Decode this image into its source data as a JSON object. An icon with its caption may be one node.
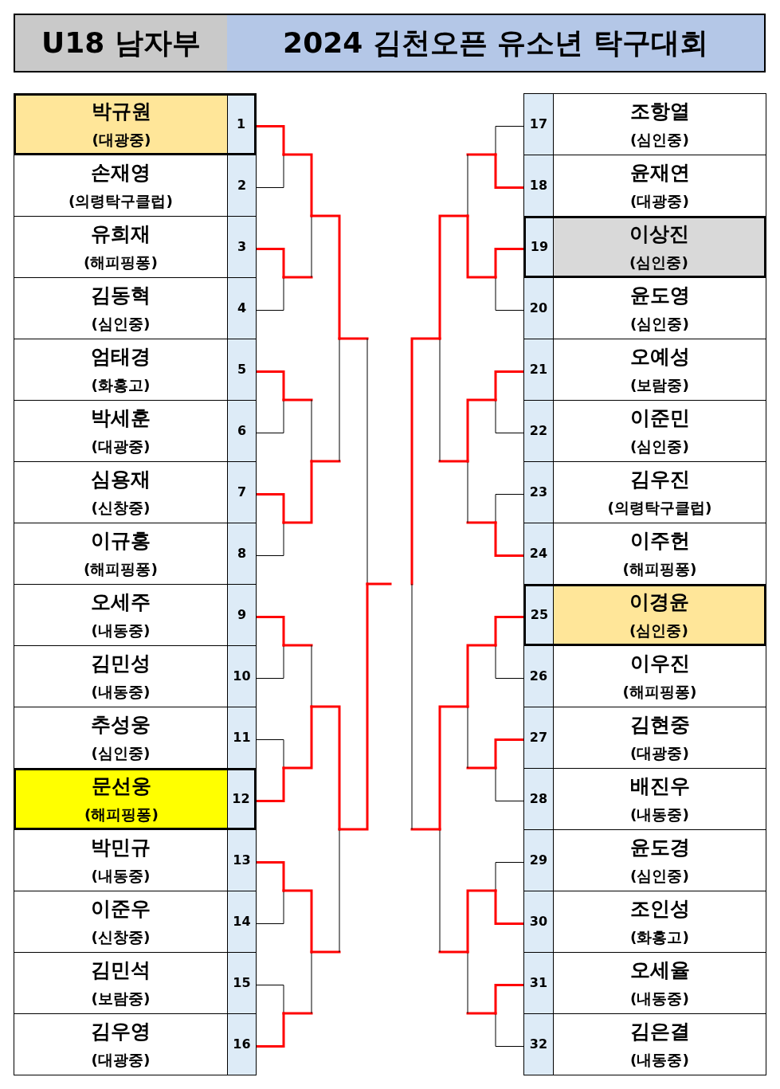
{
  "diagram": {
    "title": "2024 김천오픈 유소년 탁구대회",
    "labels": [
      "U18 남자부"
    ],
    "nodes": [
      {
        "text": [
          "박규원",
          "(대광중)"
        ],
        "beside": [
          "1"
        ]
      },
      {
        "text": [
          "손재영",
          "(의령탁구클럽)"
        ],
        "beside": [
          "2"
        ]
      },
      {
        "text": [
          "유희재",
          "(해피핑퐁)"
        ],
        "beside": [
          "3"
        ]
      },
      {
        "text": [
          "김동혁",
          "(심인중)"
        ],
        "beside": [
          "4"
        ]
      },
      {
        "text": [
          "엄태경",
          "(화홍고)"
        ],
        "beside": [
          "5"
        ]
      },
      {
        "text": [
          "박세훈",
          "(대광중)"
        ],
        "beside": [
          "6"
        ]
      },
      {
        "text": [
          "심용재",
          "(신창중)"
        ],
        "beside": [
          "7"
        ]
      },
      {
        "text": [
          "이규홍",
          "(해피핑퐁)"
        ],
        "beside": [
          "8"
        ]
      },
      {
        "text": [
          "오세주",
          "(내동중)"
        ],
        "beside": [
          "9"
        ]
      },
      {
        "text": [
          "김민성",
          "(내동중)"
        ],
        "beside": [
          "10"
        ]
      },
      {
        "text": [
          "추성웅",
          "(심인중)"
        ],
        "beside": [
          "11"
        ]
      },
      {
        "text": [
          "문선웅",
          "(해피핑퐁)"
        ],
        "beside": [
          "12"
        ]
      },
      {
        "text": [
          "박민규",
          "(내동중)"
        ],
        "beside": [
          "13"
        ]
      },
      {
        "text": [
          "이준우",
          "(신창중)"
        ],
        "beside": [
          "14"
        ]
      },
      {
        "text": [
          "김민석",
          "(보람중)"
        ],
        "beside": [
          "15"
        ]
      },
      {
        "text": [
          "김우영",
          "(대광중)"
        ],
        "beside": [
          "16"
        ]
      },
      {
        "text": [
          "조항열",
          "(심인중)"
        ],
        "beside": [
          "17"
        ]
      },
      {
        "text": [
          "윤재연",
          "(대광중)"
        ],
        "beside": [
          "18"
        ]
      },
      {
        "text": [
          "이상진",
          "(심인중)"
        ],
        "beside": [
          "19"
        ]
      },
      {
        "text": [
          "윤도영",
          "(심인중)"
        ],
        "beside": [
          "20"
        ]
      },
      {
        "text": [
          "오예성",
          "(보람중)"
        ],
        "beside": [
          "21"
        ]
      },
      {
        "text": [
          "이준민",
          "(심인중)"
        ],
        "beside": [
          "22"
        ]
      },
      {
        "text": [
          "김우진",
          "(의령탁구클럽)"
        ],
        "beside": [
          "23"
        ]
      },
      {
        "text": [
          "이주헌",
          "(해피핑퐁)"
        ],
        "beside": [
          "24"
        ]
      },
      {
        "text": [
          "이경윤",
          "(심인중)"
        ],
        "beside": [
          "25"
        ]
      },
      {
        "text": [
          "이우진",
          "(해피핑퐁)"
        ],
        "beside": [
          "26"
        ]
      },
      {
        "text": [
          "김현중",
          "(대광중)"
        ],
        "beside": [
          "27"
        ]
      },
      {
        "text": [
          "배진우",
          "(내동중)"
        ],
        "beside": [
          "28"
        ]
      },
      {
        "text": [
          "윤도경",
          "(심인중)"
        ],
        "beside": [
          "29"
        ]
      },
      {
        "text": [
          "조인성",
          "(화홍고)"
        ],
        "beside": [
          "30"
        ]
      },
      {
        "text": [
          "오세율",
          "(내동중)"
        ],
        "beside": [
          "31"
        ]
      },
      {
        "text": [
          "김은결",
          "(내동중)"
        ],
        "beside": [
          "32"
        ]
      }
    ]
  }
}
